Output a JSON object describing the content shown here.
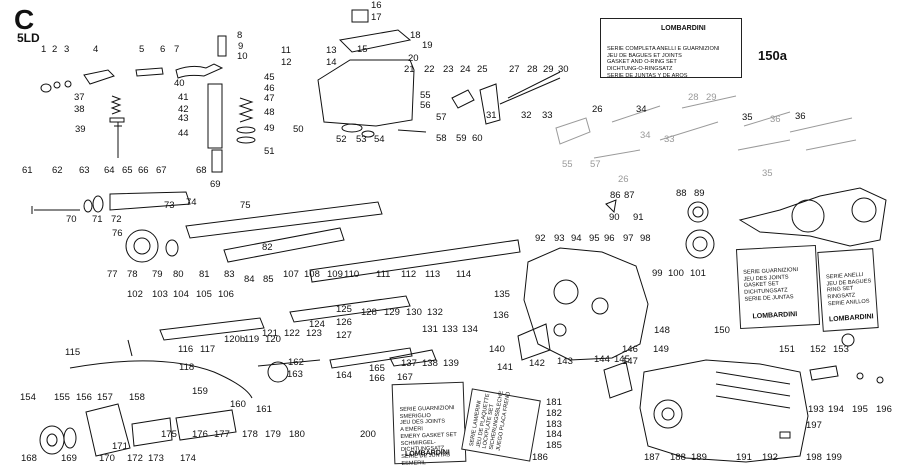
{
  "section": {
    "letter": "C",
    "model": "5LD"
  },
  "kits": {
    "k150": {
      "brand": "LOMBARDINI",
      "lines": [
        "SERIE COMPLETA ANELLI E GUARNIZIONI",
        "JEU DE BAGUES ET JOINTS",
        "GASKET AND O-RING SET",
        "DICHTUNG-O-RINGSATZ",
        "SERIE DE JUNTAS Y DE AROS"
      ],
      "label": "150a"
    },
    "k148": {
      "brand": "LOMBARDINI",
      "lines": [
        "SERIE GUARNIZIONI",
        "JEU DES JOINTS",
        "GASKET SET",
        "DICHTUNGSATZ",
        "SERIE DE JUNTAS"
      ]
    },
    "k152": {
      "brand": "LOMBARDINI",
      "lines": [
        "SERIE ANELLI",
        "JEU DE BAGUES",
        "RING SET",
        "RINGSATZ",
        "SERIE ANILLOS"
      ]
    },
    "k200": {
      "brand": "LOMBARDINI",
      "lines": [
        "SERIE GUARNIZIONI",
        "SMERIGLIO",
        "JEU DES JOINTS",
        "A EMERI",
        "EMERY GASKET SET",
        "SCHMIRGEL-",
        "DICHTUNGSATZ",
        "SERIE DE JUNTAS",
        "ESMERIL"
      ]
    },
    "k181": {
      "lines": [
        "SERIE LAMIERINI",
        "JEU DE PLAQUETTE",
        "LOCKPLATE SET",
        "SICHERUNGSBLECHE",
        "JUEGO PLACA FRENO"
      ]
    }
  },
  "callouts": [
    "1",
    "2",
    "3",
    "4",
    "5",
    "6",
    "7",
    "8",
    "9",
    "10",
    "11",
    "12",
    "13",
    "14",
    "15",
    "16",
    "17",
    "18",
    "19",
    "20",
    "21",
    "22",
    "23",
    "24",
    "25",
    "26",
    "27",
    "28",
    "29",
    "30",
    "31",
    "32",
    "33",
    "34",
    "35",
    "36",
    "37",
    "38",
    "39",
    "40",
    "41",
    "42",
    "43",
    "44",
    "45",
    "46",
    "47",
    "48",
    "49",
    "50",
    "51",
    "52",
    "53",
    "54",
    "55",
    "56",
    "57",
    "58",
    "59",
    "60",
    "61",
    "62",
    "63",
    "64",
    "65",
    "66",
    "67",
    "68",
    "69",
    "70",
    "71",
    "72",
    "73",
    "74",
    "75",
    "76",
    "77",
    "78",
    "79",
    "80",
    "81",
    "82",
    "83",
    "84",
    "85",
    "86",
    "87",
    "88",
    "89",
    "90",
    "91",
    "92",
    "93",
    "94",
    "95",
    "96",
    "97",
    "98",
    "99",
    "100",
    "101",
    "102",
    "103",
    "104",
    "105",
    "106",
    "107",
    "108",
    "109",
    "110",
    "111",
    "112",
    "113",
    "114",
    "115",
    "116",
    "117",
    "118",
    "119",
    "120",
    "120b",
    "121",
    "122",
    "123",
    "124",
    "125",
    "126",
    "127",
    "128",
    "129",
    "130",
    "131",
    "132",
    "133",
    "134",
    "135",
    "136",
    "137",
    "138",
    "139",
    "140",
    "141",
    "142",
    "143",
    "144",
    "145",
    "146",
    "147",
    "148",
    "149",
    "150",
    "151",
    "152",
    "153",
    "154",
    "155",
    "156",
    "157",
    "158",
    "159",
    "160",
    "161",
    "162",
    "163",
    "164",
    "165",
    "166",
    "167",
    "168",
    "169",
    "170",
    "171",
    "172",
    "173",
    "174",
    "175",
    "176",
    "177",
    "178",
    "179",
    "180",
    "181",
    "182",
    "183",
    "184",
    "185",
    "186",
    "187",
    "188",
    "189",
    "191",
    "192",
    "193",
    "194",
    "195",
    "196",
    "197",
    "198",
    "199",
    "200"
  ],
  "colors": {
    "ink": "#111111",
    "ghost": "#9a9a9a",
    "paper": "#ffffff",
    "hatch": "#555555"
  }
}
